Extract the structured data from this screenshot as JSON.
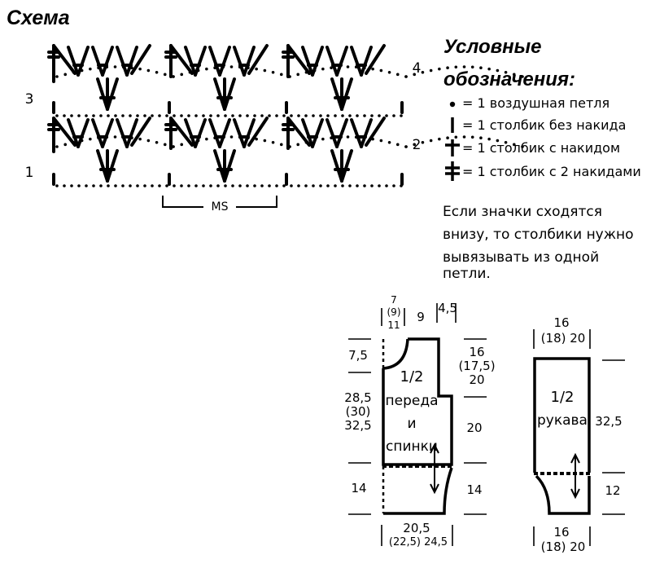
{
  "scheme": {
    "title": "Схема",
    "row_numbers": [
      "1",
      "2",
      "3",
      "4"
    ],
    "ms_label": "MS"
  },
  "legend": {
    "title_line1": "Условные",
    "title_line2": "обозначения:",
    "items": [
      {
        "symbol": "chain-stitch-icon",
        "text": "= 1 воздушная петля"
      },
      {
        "symbol": "single-crochet-icon",
        "text": "= 1 столбик без накида"
      },
      {
        "symbol": "double-crochet-icon",
        "text": "= 1 столбик с накидом"
      },
      {
        "symbol": "treble-crochet-icon",
        "text": "= 1 столбик с 2 накидами"
      }
    ],
    "note_lines": [
      "Если значки сходятся",
      "внизу, то столбики нужно",
      "вывязывать из одной петли."
    ]
  },
  "body_pattern": {
    "label_lines": [
      "1/2",
      "переда",
      "и",
      "спинки"
    ],
    "top_dims": {
      "left_lines": [
        "7",
        "(9)",
        "11"
      ],
      "middle": "9",
      "right": "4,5"
    },
    "left_dims": {
      "neck": "7,5",
      "height_lines": [
        "28,5",
        "(30)",
        "32,5"
      ],
      "bottom": "14"
    },
    "right_dims": {
      "shoulder_lines": [
        "16",
        "(17,5)",
        "20"
      ],
      "middle": "20",
      "bottom": "14"
    },
    "bottom_dims": {
      "line1": "20,5",
      "line2": "(22,5) 24,5"
    }
  },
  "sleeve_pattern": {
    "label_lines": [
      "1/2",
      "рукава"
    ],
    "top_dims": {
      "line1": "16",
      "line2": "(18) 20"
    },
    "right_dims": {
      "main": "32,5",
      "bottom": "12"
    },
    "bottom_dims": {
      "line1": "16",
      "line2": "(18) 20"
    }
  }
}
